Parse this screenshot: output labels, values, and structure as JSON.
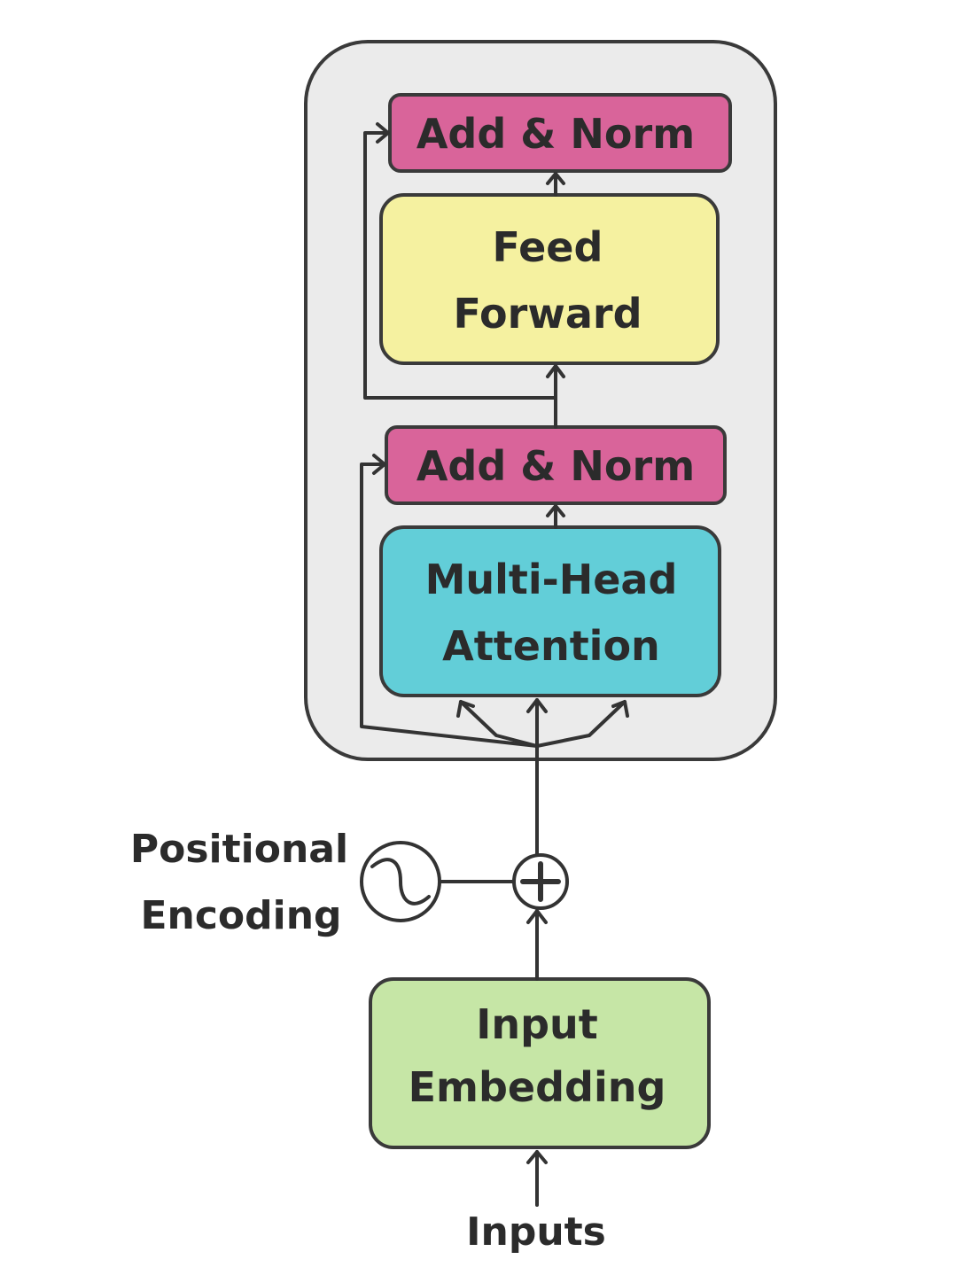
{
  "encoder": {
    "add_norm_top": {
      "label": "Add & Norm",
      "color": "#d9649a"
    },
    "feed_forward": {
      "line1": "Feed",
      "line2": "Forward",
      "color": "#f5f1a0"
    },
    "add_norm_bottom": {
      "label": "Add & Norm",
      "color": "#d9649a"
    },
    "multi_head_attention": {
      "line1": "Multi-Head",
      "line2": "Attention",
      "color": "#62ced8"
    },
    "block_background": "#ebebeb"
  },
  "positional_encoding": {
    "line1": "Positional",
    "line2": "Encoding",
    "icon": "sine-wave-icon"
  },
  "adder": {
    "icon": "plus-circle-icon"
  },
  "input_embedding": {
    "line1": "Input",
    "line2": "Embedding",
    "color": "#c6e6a6"
  },
  "inputs_label": "Inputs"
}
